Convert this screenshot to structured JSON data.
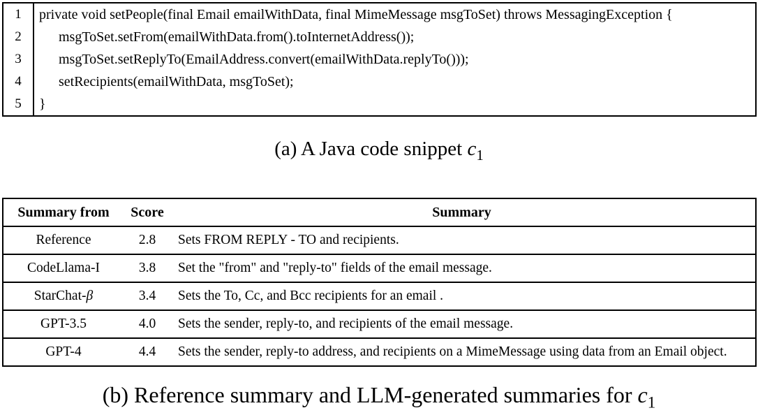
{
  "figure": {
    "colors": {
      "text": "#000000",
      "background": "#ffffff",
      "border": "#000000"
    },
    "code_panel": {
      "lines": [
        {
          "num": "1",
          "text": "private void setPeople(final Email emailWithData, final MimeMessage msgToSet) throws MessagingException {"
        },
        {
          "num": "2",
          "text": "msgToSet.setFrom(emailWithData.from().toInternetAddress());"
        },
        {
          "num": "3",
          "text": "msgToSet.setReplyTo(EmailAddress.convert(emailWithData.replyTo()));"
        },
        {
          "num": "4",
          "text": "setRecipients(emailWithData, msgToSet);"
        },
        {
          "num": "5",
          "text": "}"
        }
      ]
    },
    "caption_a": {
      "prefix": "(a) A Java code snippet ",
      "var": "c",
      "subscript": "1"
    },
    "table": {
      "headers": {
        "source": "Summary from",
        "score": "Score",
        "summary": "Summary"
      },
      "rows": [
        {
          "model": "Reference",
          "model_italic": "",
          "score": "2.8",
          "summary": "Sets FROM REPLY - TO and recipients."
        },
        {
          "model": "CodeLlama-I",
          "model_italic": "",
          "score": "3.8",
          "summary": "Set the \"from\" and \"reply-to\" fields of the email message."
        },
        {
          "model": "StarChat-",
          "model_italic": "β",
          "score": "3.4",
          "summary": "Sets the To, Cc, and Bcc recipients for an email ."
        },
        {
          "model": "GPT-3.5",
          "model_italic": "",
          "score": "4.0",
          "summary": "Sets the sender, reply-to, and recipients of the email message."
        },
        {
          "model": "GPT-4",
          "model_italic": "",
          "score": "4.4",
          "summary": "Sets the sender, reply-to address, and recipients on a MimeMessage using data from an Email object."
        }
      ]
    },
    "caption_b": {
      "prefix": "(b) Reference summary and LLM-generated summaries for ",
      "var": "c",
      "subscript": "1"
    }
  }
}
